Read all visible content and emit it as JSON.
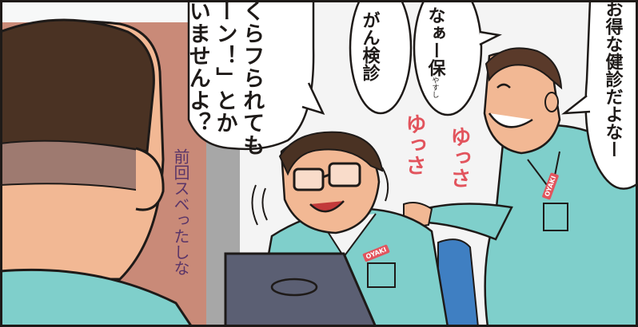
{
  "panel": {
    "speech": {
      "left_speaker": [
        "くらフられても",
        "ーン！」とか",
        "いませんよ？"
      ],
      "middle_1": "がん検診",
      "middle_2_text": "なぁー保",
      "middle_2_ruby": "やすし",
      "right_speaker": "お得な健診だよなー"
    },
    "sfx": {
      "rock_1": "ゆっさ",
      "rock_2": "ゆっさ"
    },
    "thought": "前回スベったしな",
    "logos": {
      "shirt_seated": "OYAKI",
      "shirt_standing": "OYAKI"
    }
  },
  "colors": {
    "wall_left": "#c98a78",
    "wall_gray": "#a7a7a7",
    "uniform": "#7fcfcb",
    "chair": "#3f7fc2",
    "sfx": "#e2545d",
    "thought": "#5a3568",
    "ink": "#1e1a18"
  }
}
